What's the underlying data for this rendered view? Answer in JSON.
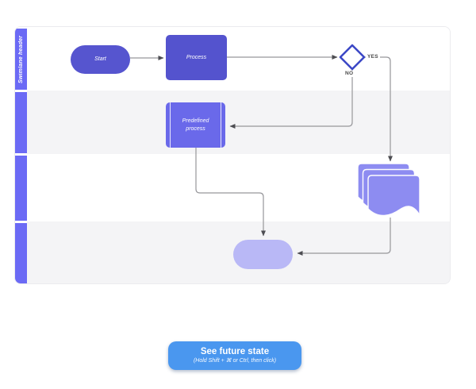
{
  "swimlane": {
    "header_label": "Swimlane header"
  },
  "diagram": {
    "nodes": {
      "start": {
        "label": "Start"
      },
      "process": {
        "label": "Process"
      },
      "decision": {
        "yes_label": "YES",
        "no_label": "NO"
      },
      "predefined_process": {
        "label": "Predefined process"
      },
      "multi_document": {
        "label": ""
      },
      "end_terminator": {
        "label": ""
      }
    }
  },
  "cta_button": {
    "title": "See future state",
    "subtitle": "(Hold Shift + ⌘ or Ctrl, then click)"
  },
  "colors": {
    "node_dark": "#5453ce",
    "node_medium": "#6a69ea",
    "node_light": "#8d8cf1",
    "node_pale": "#b9b8f6",
    "lane_header": "#6b6af5",
    "lane_alt": "#f4f4f6",
    "decision_stroke": "#3c48c6",
    "connector": "#96969a",
    "button_blue": "#4a97ef"
  }
}
